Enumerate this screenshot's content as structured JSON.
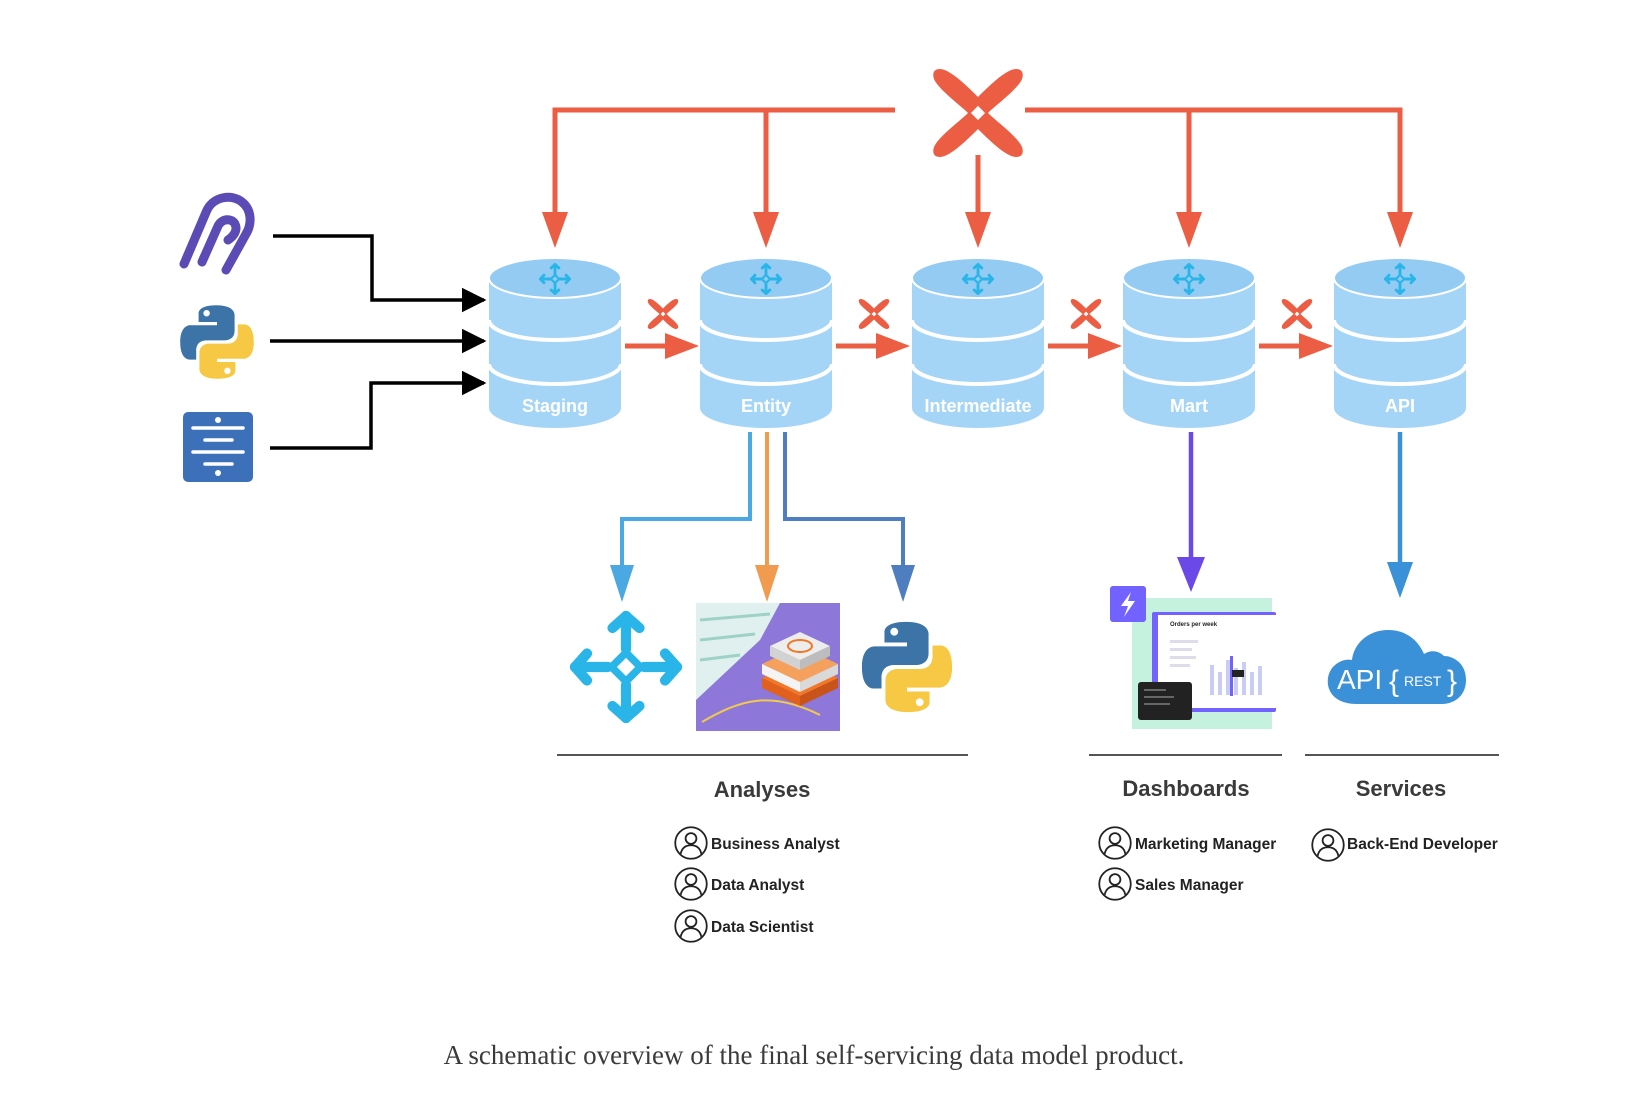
{
  "layers": [
    {
      "label": "Staging"
    },
    {
      "label": "Entity"
    },
    {
      "label": "Intermediate"
    },
    {
      "label": "Mart"
    },
    {
      "label": "API"
    }
  ],
  "sources": [
    {
      "icon": "airbyte-icon"
    },
    {
      "icon": "python-icon"
    },
    {
      "icon": "fivetran-icon"
    }
  ],
  "orchestrator_icon": "dbt-icon",
  "consumers": {
    "analyses": {
      "title": "Analyses",
      "tools": [
        "snowflake-icon",
        "jupyter-icon",
        "python-icon"
      ],
      "roles": [
        "Business Analyst",
        "Data Analyst",
        "Data Scientist"
      ]
    },
    "dashboards": {
      "title": "Dashboards",
      "tools": [
        "lightdash-icon"
      ],
      "dashboard_title": "Orders per week",
      "roles": [
        "Marketing Manager",
        "Sales Manager"
      ]
    },
    "services": {
      "title": "Services",
      "api_text": "API",
      "rest_text": "REST",
      "roles": [
        "Back-End Developer"
      ]
    }
  },
  "caption": "A schematic overview of the final self-servicing data model product.",
  "colors": {
    "dbt": "#ec5e43",
    "db_fill": "#a5d5f6",
    "db_band": "#93cbf3",
    "snowflake": "#29b5e8",
    "python_blue": "#3c74a8",
    "python_yellow": "#f7c843",
    "airbyte": "#5b4bb4",
    "fivetran": "#3c71ba",
    "lightdash": "#7262ff",
    "analysis_blue": "#4aa8e3",
    "analysis_orange": "#f19b4e",
    "analysis_darkblue": "#4f7ec0",
    "api_blue": "#3a91d8"
  }
}
